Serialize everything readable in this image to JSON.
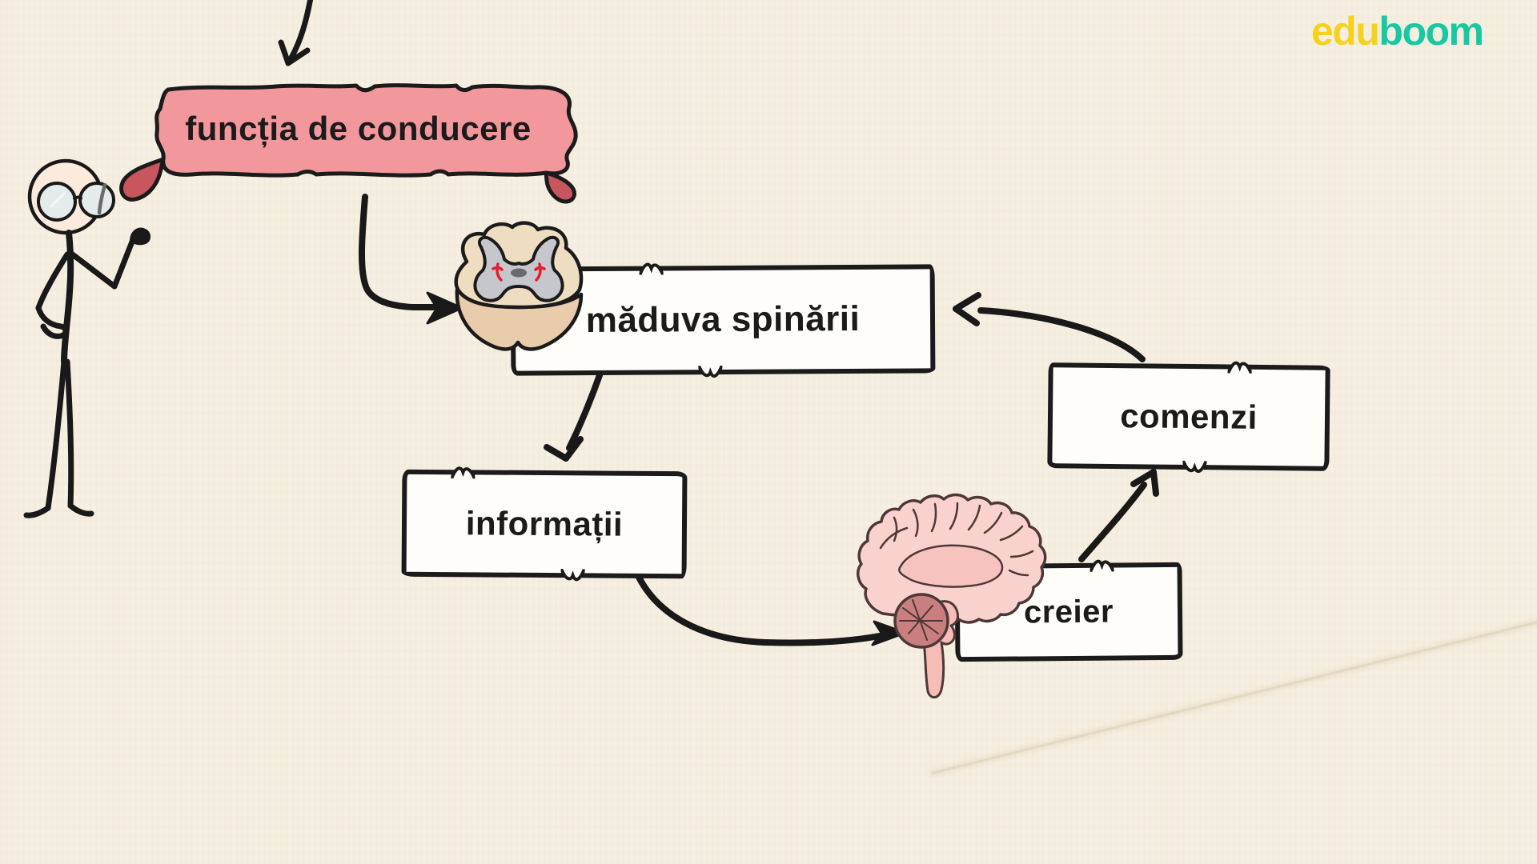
{
  "page": {
    "background_color": "#f6efe1",
    "ink_color": "#1b1b1b",
    "box_background": "#fffdf9"
  },
  "logo": {
    "edu": "edu",
    "boom": "boom",
    "edu_color": "#f4d21f",
    "boom_color": "#18c8a2"
  },
  "banner": {
    "label": "funcția de conducere",
    "fill_color": "#f2989d",
    "fold_color": "#c9565f"
  },
  "nodes": {
    "spinal_cord": {
      "label": "măduva spinării"
    },
    "information": {
      "label": "informații"
    },
    "brain": {
      "label": "creier"
    },
    "commands": {
      "label": "comenzi"
    }
  },
  "edges": [
    {
      "from": "offscreen-top",
      "to": "banner"
    },
    {
      "from": "banner",
      "to": "spinal_cord"
    },
    {
      "from": "spinal_cord",
      "to": "information"
    },
    {
      "from": "information",
      "to": "brain"
    },
    {
      "from": "brain",
      "to": "commands"
    },
    {
      "from": "commands",
      "to": "spinal_cord"
    }
  ],
  "illustration_colors": {
    "spinal_cord_top": "#efddc2",
    "spinal_cord_side": "#e8ccab",
    "spinal_cord_gray_matter": "#c6c7cc",
    "spinal_cord_red_marks": "#e5202e",
    "brain_cortex": "#f9d2ce",
    "brain_inner": "#f7c3bf",
    "brain_cerebellum": "#c97f7f",
    "brain_stem": "#f7bcb6",
    "figure_skin": "#fcebdc",
    "glasses_lens": "#e3ecea"
  }
}
